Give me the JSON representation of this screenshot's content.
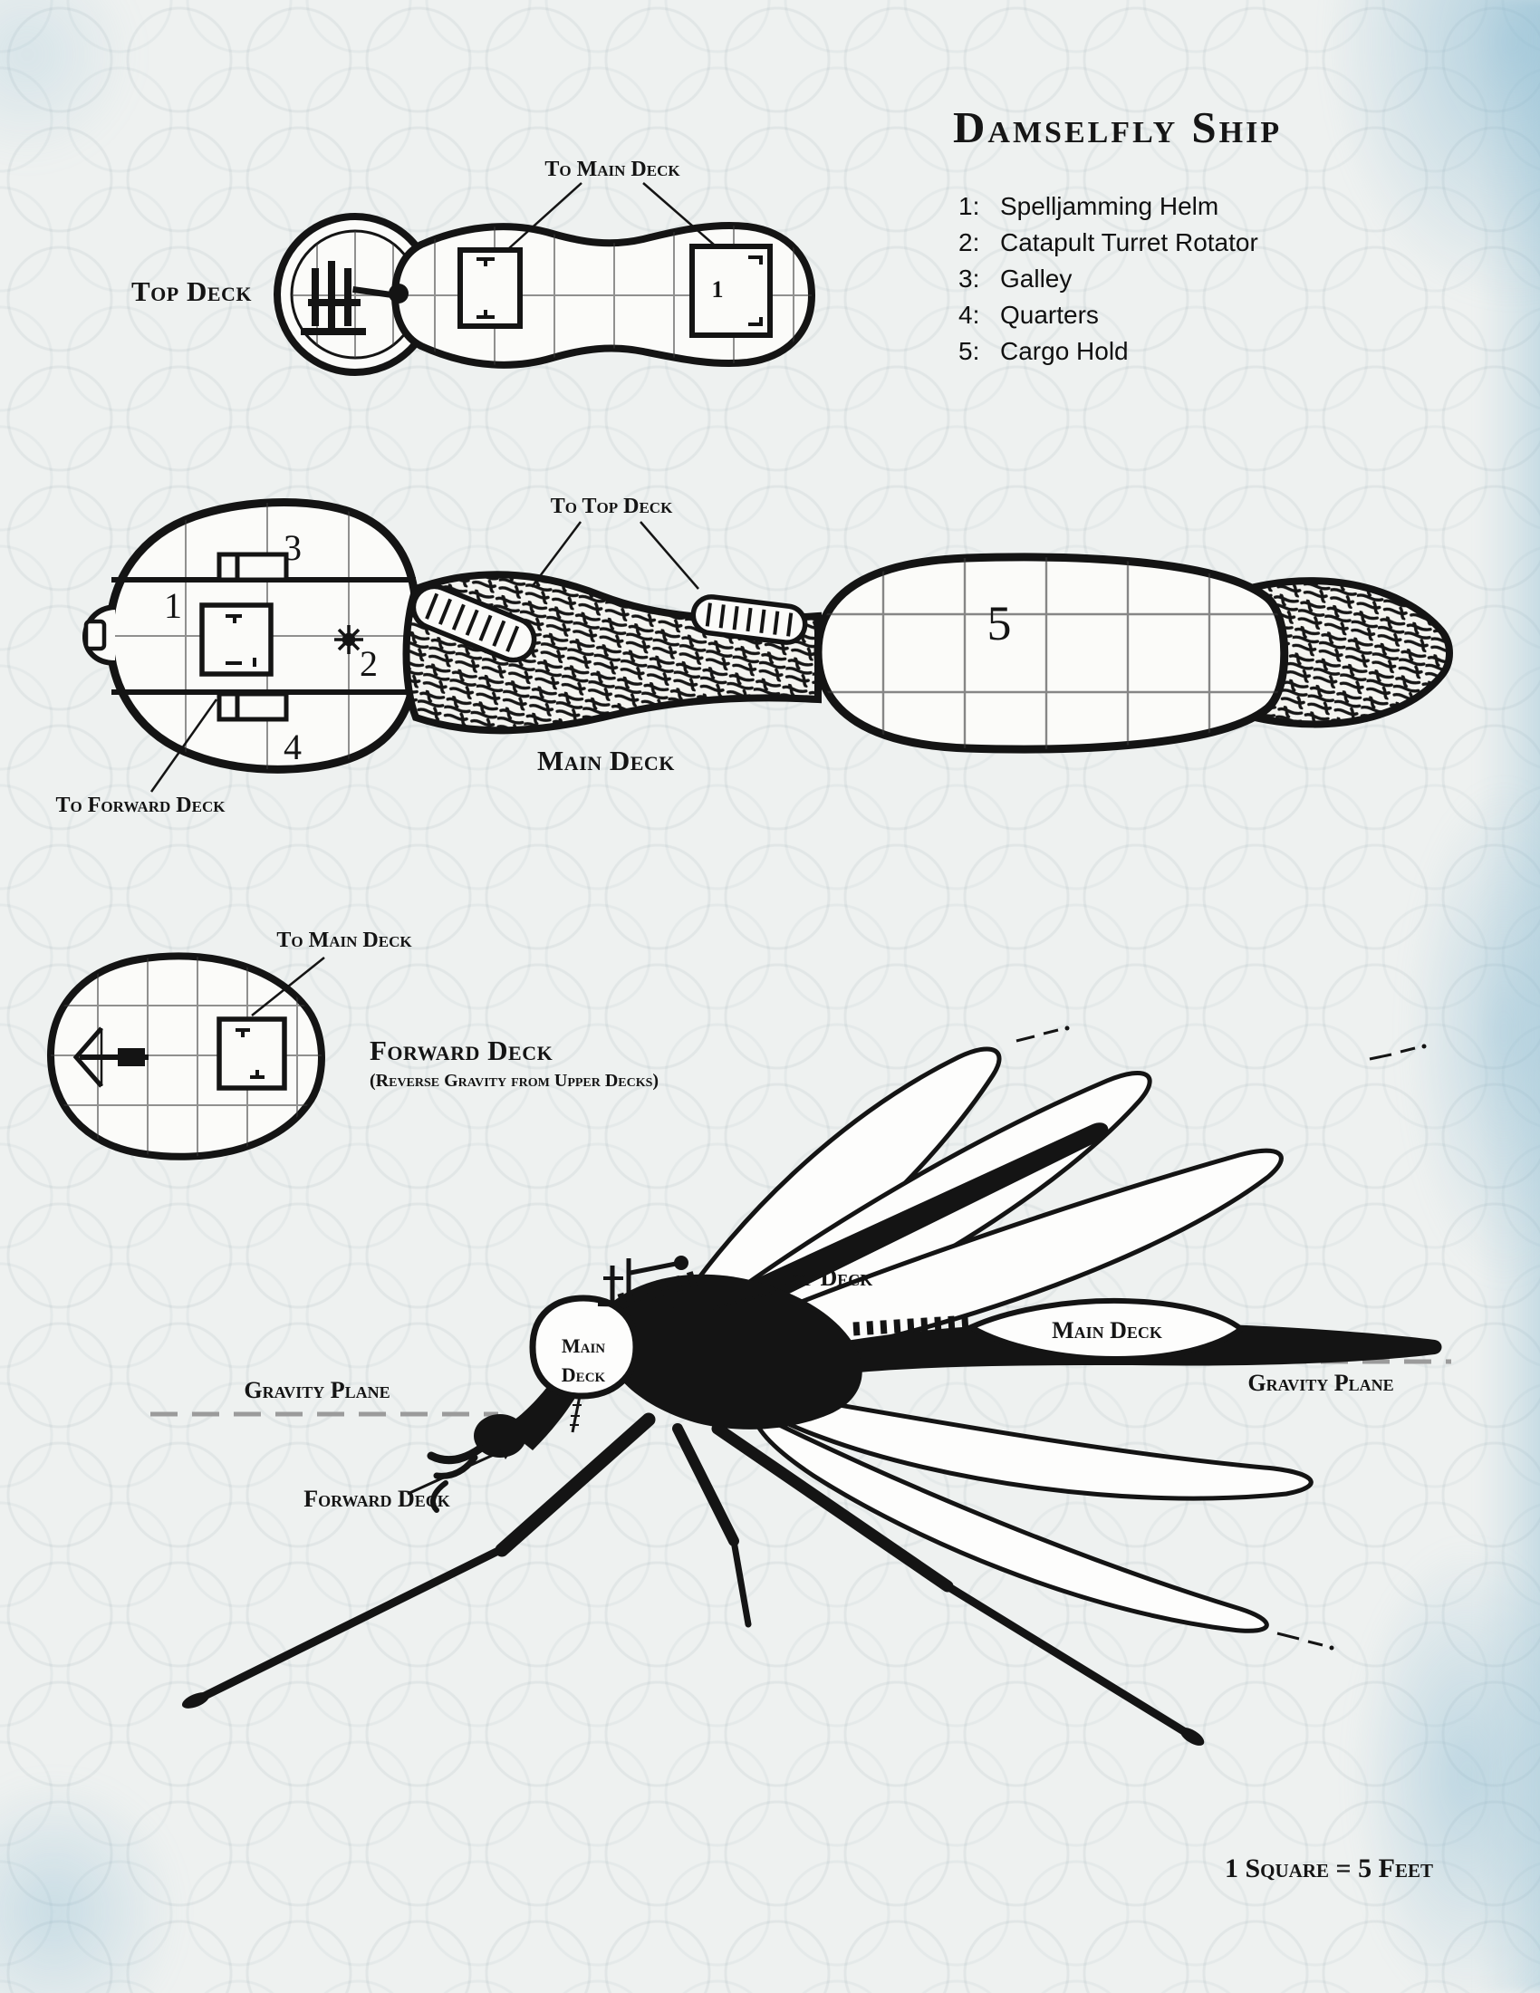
{
  "title": "Damselfly Ship",
  "legend": {
    "items": [
      {
        "num": "1:",
        "label": "Spelljamming Helm"
      },
      {
        "num": "2:",
        "label": "Catapult Turret Rotator"
      },
      {
        "num": "3:",
        "label": "Galley"
      },
      {
        "num": "4:",
        "label": "Quarters"
      },
      {
        "num": "5:",
        "label": "Cargo Hold"
      }
    ]
  },
  "top_deck": {
    "deck_label": "Top Deck",
    "hatch_label": "To Main Deck",
    "helm_room_number": "1"
  },
  "main_deck": {
    "deck_label": "Main Deck",
    "hatch_label": "To Top Deck",
    "forward_hatch_label": "To Forward Deck",
    "rooms": {
      "spelljamming_helm": "1",
      "catapult_turret_rotator": "2",
      "galley": "3",
      "quarters": "4",
      "cargo_hold": "5"
    }
  },
  "forward_deck": {
    "deck_label": "Forward Deck",
    "gravity_note": "(Reverse Gravity from Upper Decks)",
    "hatch_label": "To Main Deck"
  },
  "side_view": {
    "top_deck_label": "Top Deck",
    "main_deck_label": "Main Deck",
    "main_deck_word1": "Main",
    "main_deck_word2": "Deck",
    "gravity_plane_left": "Gravity Plane",
    "gravity_plane_right": "Gravity Plane",
    "forward_deck_label": "Forward Deck"
  },
  "scale_note": "1 Square = 5 Feet",
  "colors": {
    "ink": "#141414",
    "paper": "#eef1f0",
    "watercolor_blue": "#89bad1",
    "gravity_gray": "#9b9b9b"
  }
}
